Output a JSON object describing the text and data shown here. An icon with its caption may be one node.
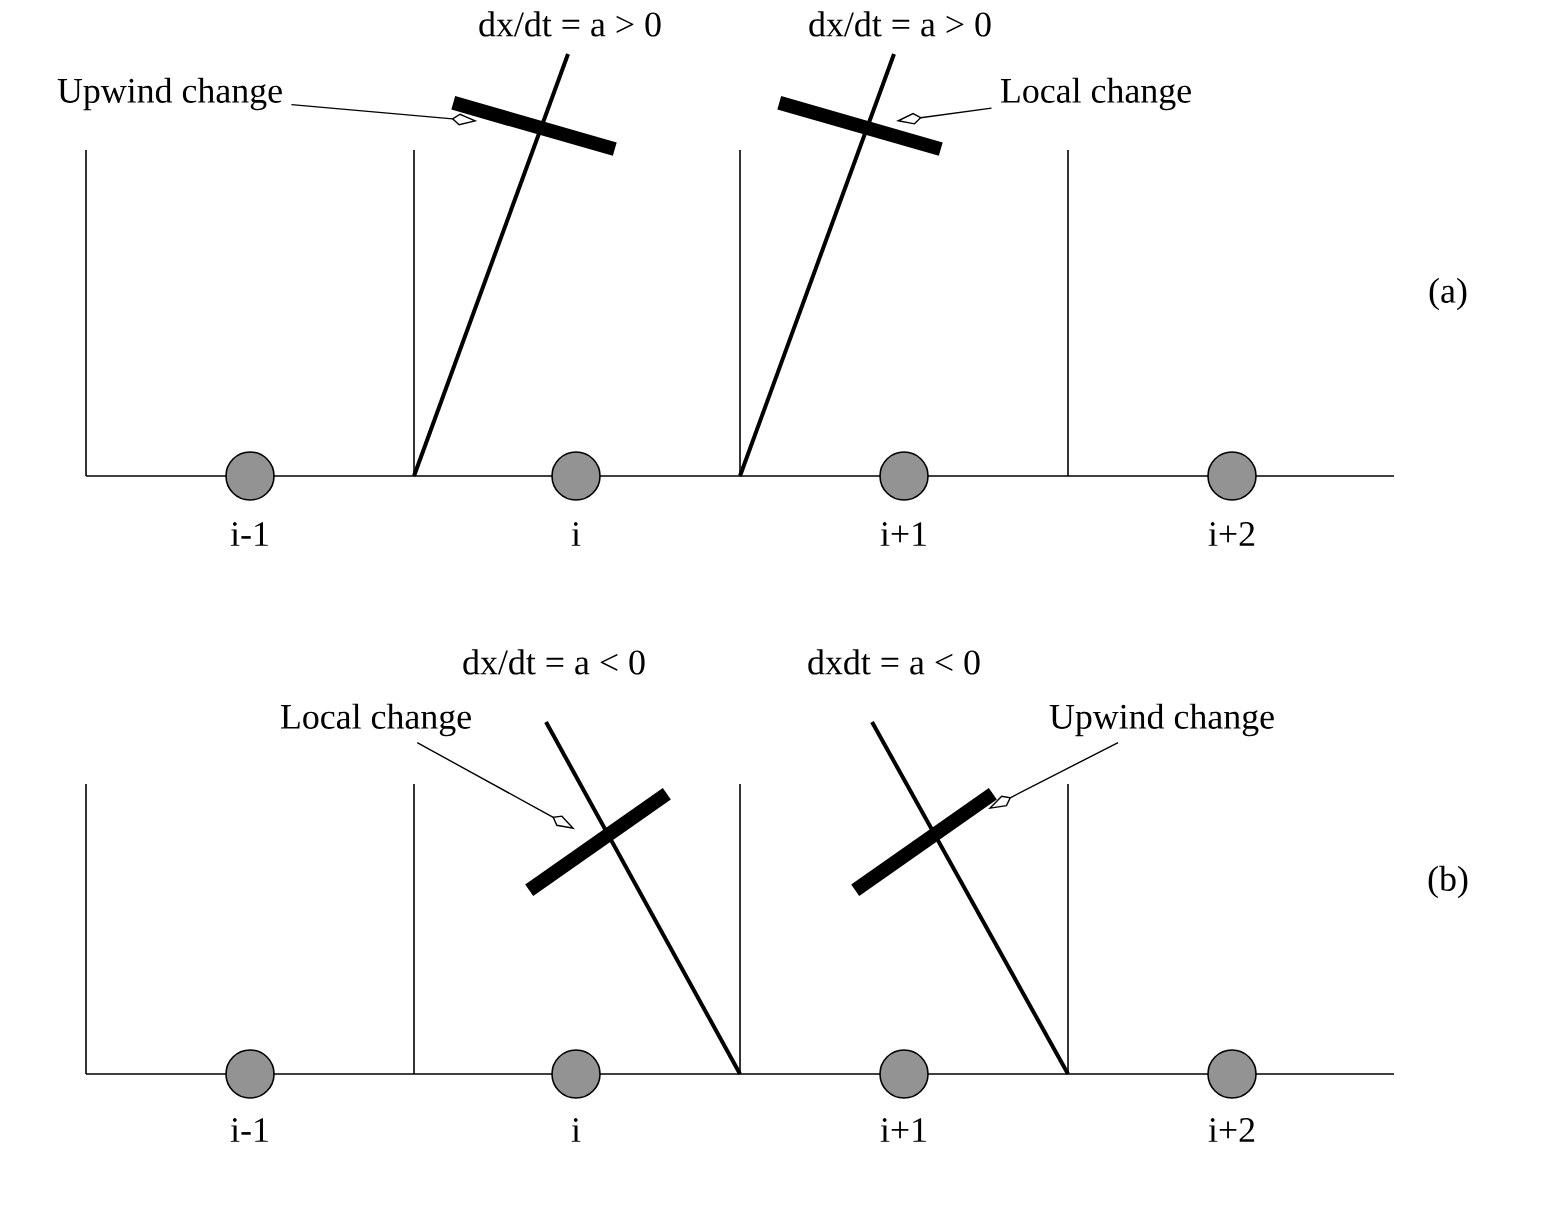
{
  "diagram": {
    "nodes": [
      {
        "text": [
          "Upwind change"
        ]
      },
      {
        "text": [],
        "shape": "bar"
      },
      {
        "text": [],
        "shape": "bar"
      },
      {
        "text": [
          "Local change"
        ]
      },
      {
        "text": [
          "Local change"
        ]
      },
      {
        "text": [],
        "shape": "bar"
      },
      {
        "text": [],
        "shape": "bar"
      },
      {
        "text": [
          "Upwind change"
        ]
      }
    ],
    "edges": [
      {
        "from": 0,
        "to": 1,
        "arrow": "to"
      },
      {
        "from": 3,
        "to": 2,
        "arrow": "to"
      },
      {
        "from": 4,
        "to": 5,
        "arrow": "to"
      },
      {
        "from": 7,
        "to": 6,
        "arrow": "to"
      }
    ],
    "labels": [
      "dx/dt = a > 0",
      "dx/dt = a > 0",
      "(a)",
      "i-1",
      "i",
      "i+1",
      "i+2",
      "dx/dt = a < 0",
      "dxdt = a < 0",
      "(b)",
      "i-1",
      "i",
      "i+1",
      "i+2"
    ]
  }
}
